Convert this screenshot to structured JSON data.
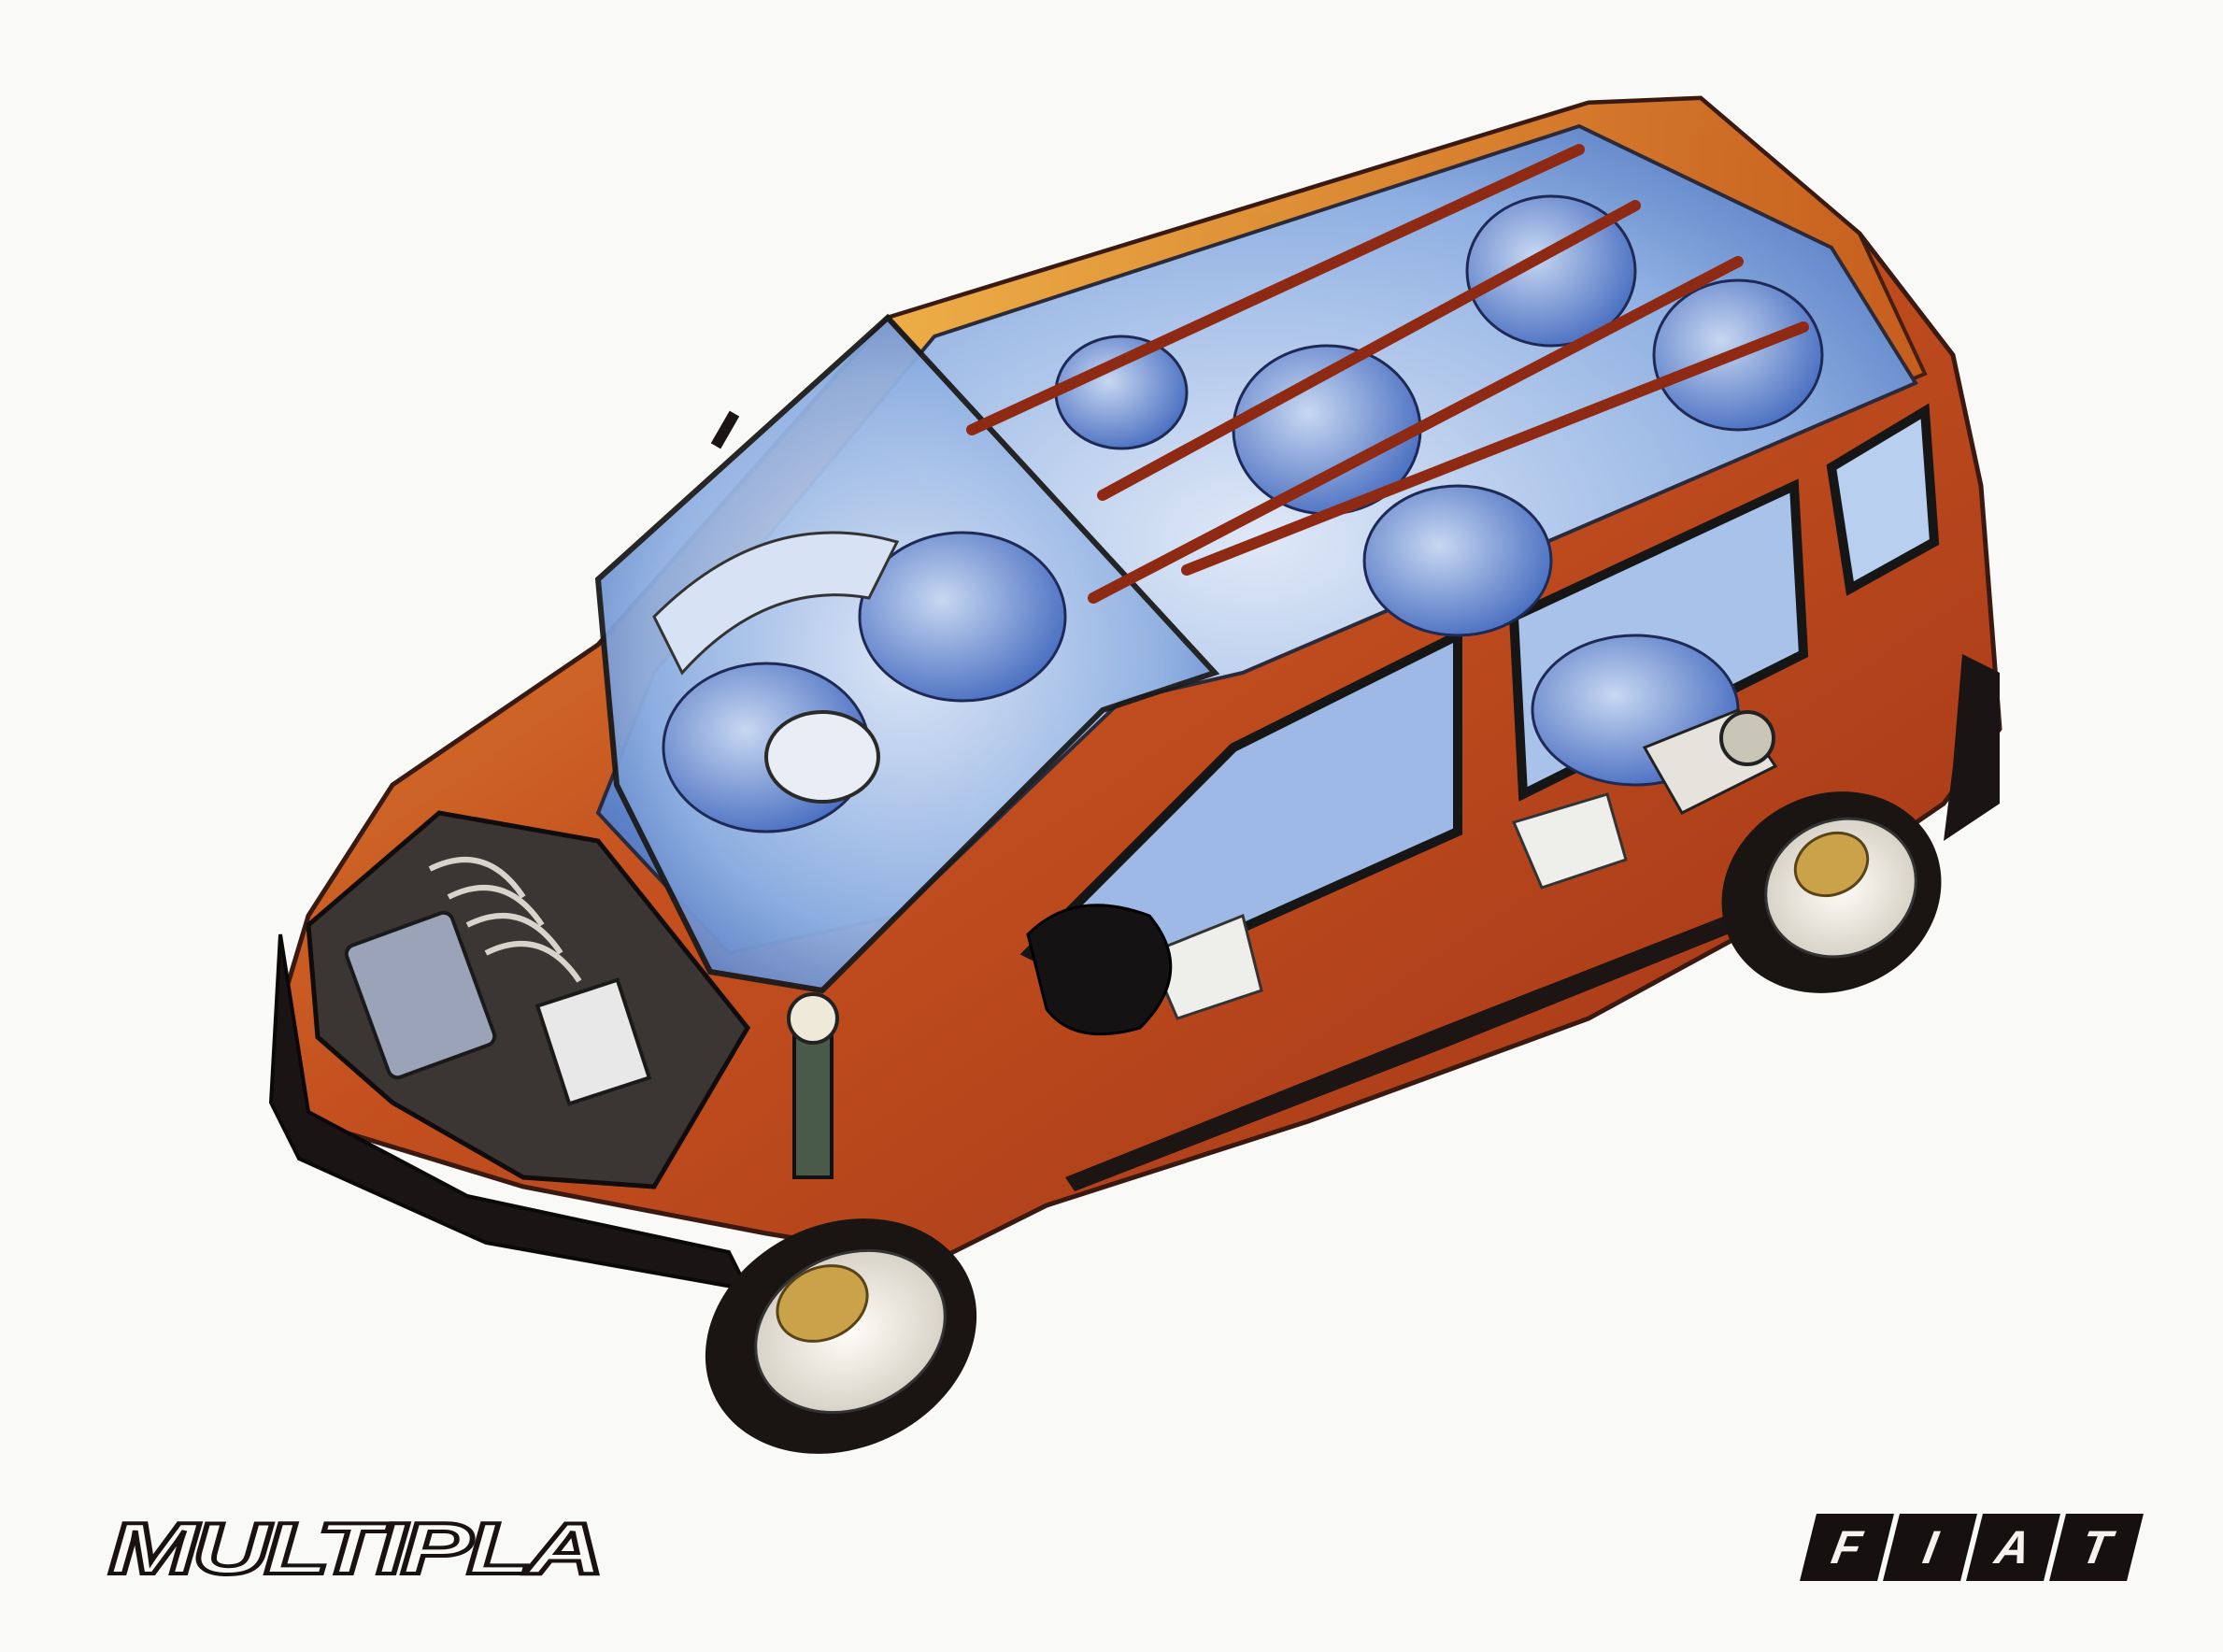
{
  "illustration": {
    "subject": "Cutaway drawing of a compact MPV",
    "colors": {
      "background": "#f9f9f7",
      "body_red": "#b8401c",
      "body_orange": "#d9781e",
      "body_highlight": "#f0b54a",
      "interior_blue": "#4f78c8",
      "interior_light": "#bcd0ee",
      "roof_bar": "#8e2a14",
      "tyre": "#1a1412",
      "wheel": "#f2efe8",
      "hub_gold": "#c9a24a"
    }
  },
  "branding": {
    "model_logo": "MULTIPLA",
    "maker_logo": [
      "F",
      "I",
      "A",
      "T"
    ]
  }
}
